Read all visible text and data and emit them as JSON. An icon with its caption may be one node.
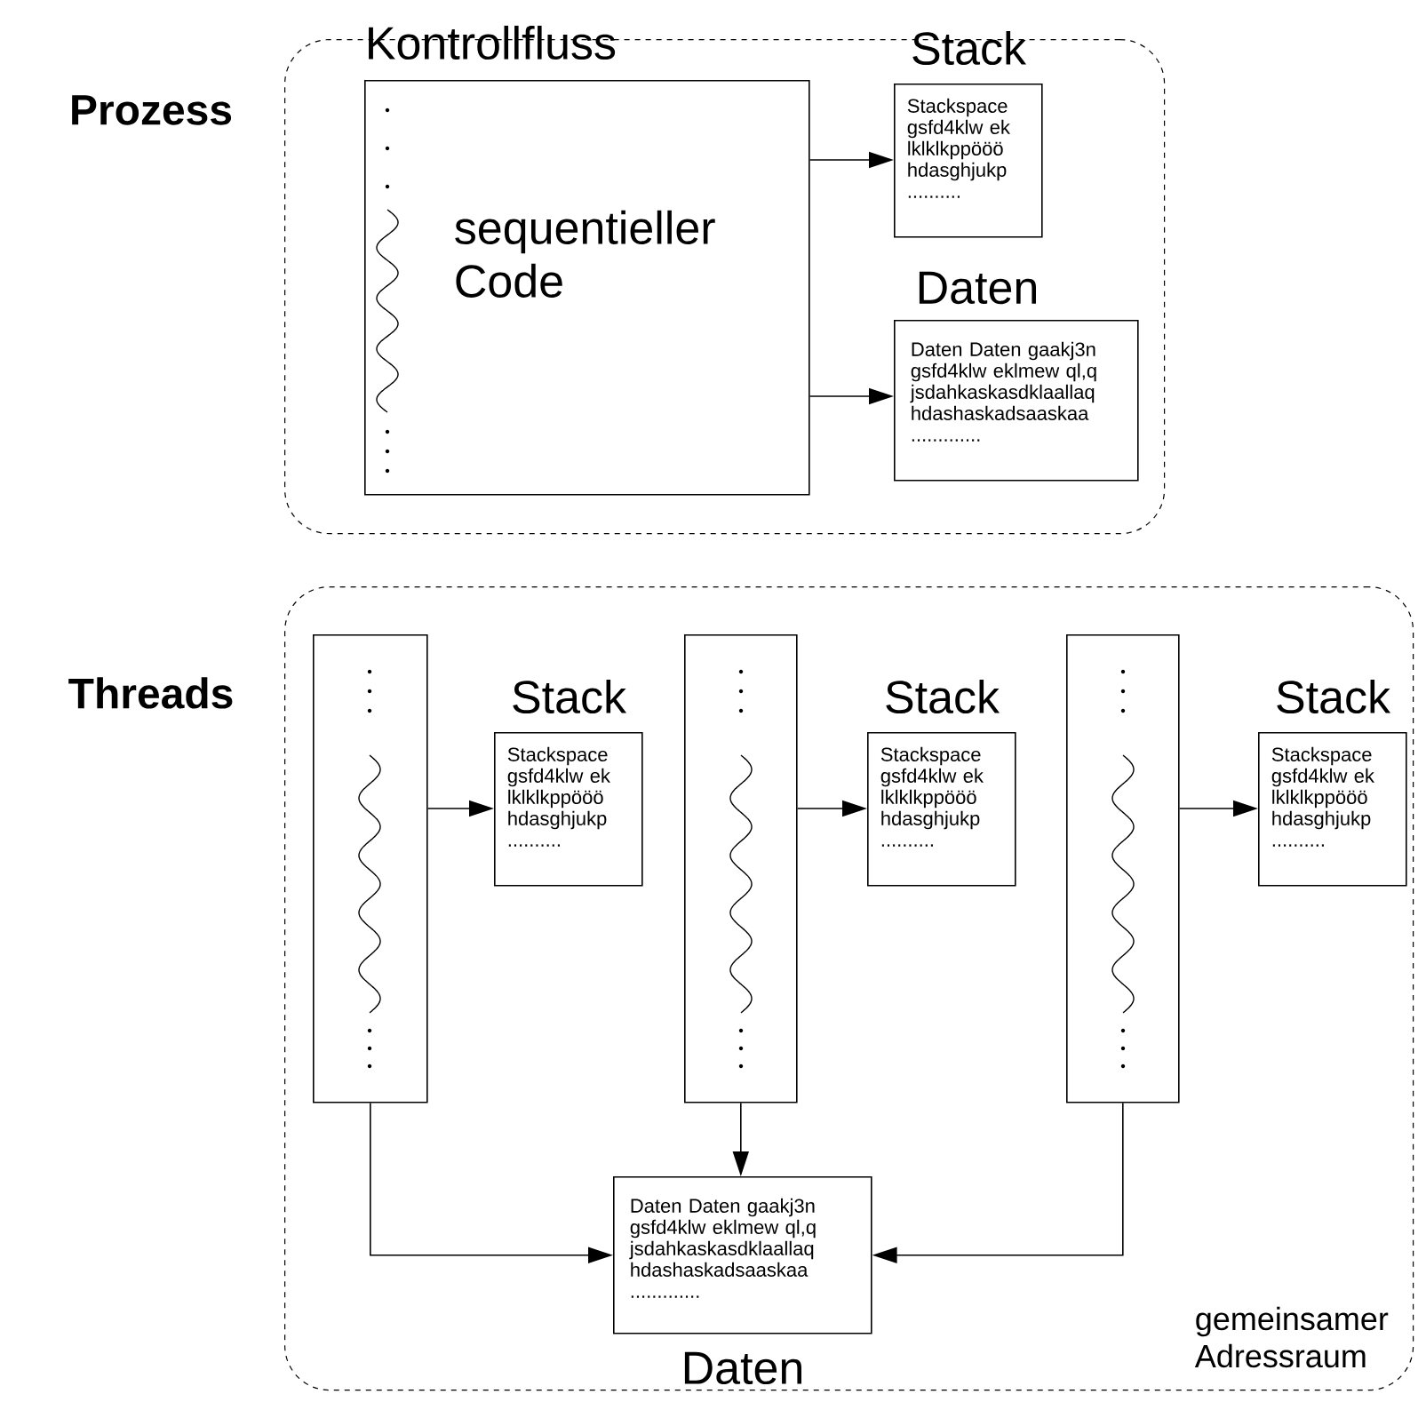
{
  "diagram": {
    "nodes": [
      {
        "text": [],
        "shape": "box",
        "beside": [
          "Prozess"
        ]
      },
      {
        "text": [
          "Kontrollfluss",
          "sequentieller Code"
        ],
        "in": 0
      },
      {
        "text": [
          "Stack",
          "Stackspace gsfd4klw ek lklklkppööö hdasghjukp .........."
        ],
        "in": 0
      },
      {
        "text": [
          "Daten",
          "Daten Daten gaakj3n gsfd4klw eklmew ql,q jsdahkaskasdklaallaq hdashaskadsaaskaa ............."
        ],
        "in": 0
      },
      {
        "text": [
          "gemeinsamer Adressraum"
        ],
        "beside": [
          "Threads"
        ]
      },
      {
        "text": [],
        "shape": "box",
        "in": 4
      },
      {
        "text": [
          "Stack",
          "Stackspace gsfd4klw ek lklklkppööö hdasghjukp .........."
        ],
        "in": 4
      },
      {
        "text": [],
        "shape": "box",
        "in": 4
      },
      {
        "text": [
          "Stack",
          "Stackspace gsfd4klw ek lklklkppööö hdasghjukp .........."
        ],
        "in": 4
      },
      {
        "text": [],
        "shape": "box",
        "in": 4
      },
      {
        "text": [
          "Stack",
          "Stackspace gsfd4klw ek lklklkppööö hdasghjukp .........."
        ],
        "in": 4
      },
      {
        "text": [
          "Daten Daten gaakj3n gsfd4klw eklmew ql,q jsdahkaskasdklaallaq hdashaskadsaaskaa .............",
          "Daten"
        ],
        "in": 4
      }
    ],
    "edges": [
      {
        "from": 1,
        "to": 2,
        "arrow": "to"
      },
      {
        "from": 1,
        "to": 3,
        "arrow": "to"
      },
      {
        "from": 5,
        "to": 6,
        "arrow": "to"
      },
      {
        "from": 7,
        "to": 8,
        "arrow": "to"
      },
      {
        "from": 9,
        "to": 10,
        "arrow": "to"
      },
      {
        "from": 5,
        "to": 11,
        "arrow": "to"
      },
      {
        "from": 7,
        "to": 11,
        "arrow": "to"
      },
      {
        "from": 9,
        "to": 11,
        "arrow": "to"
      }
    ]
  }
}
